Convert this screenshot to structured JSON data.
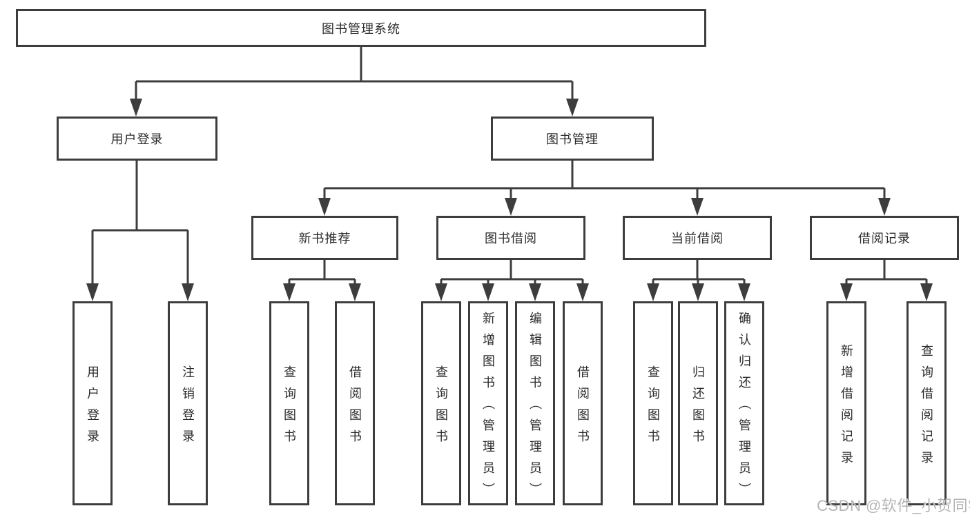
{
  "tree": {
    "label": "图书管理系统",
    "children": [
      {
        "label": "用户登录",
        "children": [
          {
            "label": "用户登录"
          },
          {
            "label": "注销登录"
          }
        ]
      },
      {
        "label": "图书管理",
        "children": [
          {
            "label": "新书推荐",
            "children": [
              {
                "label": "查询图书"
              },
              {
                "label": "借阅图书"
              }
            ]
          },
          {
            "label": "图书借阅",
            "children": [
              {
                "label": "查询图书"
              },
              {
                "label": "新增图书（管理员）"
              },
              {
                "label": "编辑图书（管理员）"
              },
              {
                "label": "借阅图书"
              }
            ]
          },
          {
            "label": "当前借阅",
            "children": [
              {
                "label": "查询图书"
              },
              {
                "label": "归还图书"
              },
              {
                "label": "确认归还（管理员）"
              }
            ]
          },
          {
            "label": "借阅记录",
            "children": [
              {
                "label": "新增借阅记录"
              },
              {
                "label": "查询借阅记录"
              }
            ]
          }
        ]
      }
    ]
  },
  "watermark": "CSDN @软件_小贺同学",
  "colors": {
    "line": "#3d3d3d",
    "text": "#2b2b2b",
    "watermark": "#b5b5b5",
    "background": "#ffffff"
  }
}
